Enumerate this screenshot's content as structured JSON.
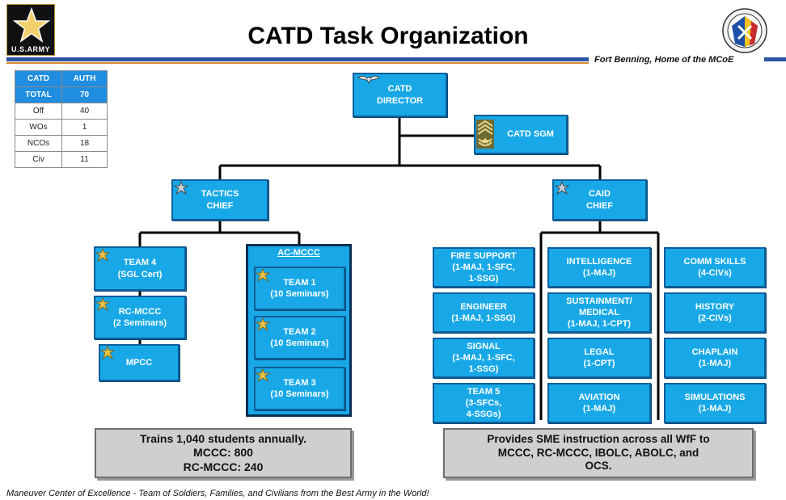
{
  "header": {
    "title": "CATD Task Organization",
    "tagline": "Fort Benning, Home of the MCoE",
    "army_logo_text": "U.S.ARMY"
  },
  "footer": {
    "text": "Maneuver Center of Excellence - Team of Soldiers, Families, and Civilians from the Best Army in the World!"
  },
  "personnel_table": {
    "headers": [
      "CATD",
      "AUTH"
    ],
    "rows": [
      {
        "label": "TOTAL",
        "value": "70"
      },
      {
        "label": "Off",
        "value": "40"
      },
      {
        "label": "WOs",
        "value": "1"
      },
      {
        "label": "NCOs",
        "value": "18"
      },
      {
        "label": "Civ",
        "value": "11"
      }
    ]
  },
  "org": {
    "director": [
      "CATD",
      "DIRECTOR"
    ],
    "sgm": "CATD SGM",
    "tactics_chief": [
      "TACTICS",
      "CHIEF"
    ],
    "caid_chief": [
      "CAID",
      "CHIEF"
    ],
    "team4": [
      "TEAM 4",
      "(SGL Cert)"
    ],
    "rc_mccc": [
      "RC-MCCC",
      "(2 Seminars)"
    ],
    "mpcc": "MPCC",
    "ac_mccc": {
      "title": "AC-MCCC",
      "teams": [
        {
          "name": "TEAM 1",
          "detail": "(10 Seminars)"
        },
        {
          "name": "TEAM 2",
          "detail": "(10 Seminars)"
        },
        {
          "name": "TEAM 3",
          "detail": "(10 Seminars)"
        }
      ]
    },
    "caid_col1": [
      {
        "lines": [
          "FIRE SUPPORT",
          "(1-MAJ, 1-SFC,",
          "1-SSG)"
        ]
      },
      {
        "lines": [
          "ENGINEER",
          "(1-MAJ, 1-SSG)"
        ]
      },
      {
        "lines": [
          "SIGNAL",
          "(1-MAJ, 1-SFC,",
          "1-SSG)"
        ]
      },
      {
        "lines": [
          "TEAM  5",
          "(3-SFCs,",
          "4-SSGs)"
        ]
      }
    ],
    "caid_col2": [
      {
        "lines": [
          "INTELLIGENCE",
          "(1-MAJ)"
        ]
      },
      {
        "lines": [
          "SUSTAINMENT/",
          "MEDICAL",
          "(1-MAJ, 1-CPT)"
        ]
      },
      {
        "lines": [
          "LEGAL",
          "(1-CPT)"
        ]
      },
      {
        "lines": [
          "AVIATION",
          "(1-MAJ)"
        ]
      }
    ],
    "caid_col3": [
      {
        "lines": [
          "COMM SKILLS",
          "(4-CIVs)"
        ]
      },
      {
        "lines": [
          "HISTORY",
          "(2-CIVs)"
        ]
      },
      {
        "lines": [
          "CHAPLAIN",
          "(1-MAJ)"
        ]
      },
      {
        "lines": [
          "SIMULATIONS",
          "(1-MAJ)"
        ]
      }
    ]
  },
  "callouts": {
    "left": [
      "Trains 1,040 students annually.",
      "MCCC:  800",
      "RC-MCCC:  240"
    ],
    "right": [
      "Provides SME instruction across all WfF to",
      "MCCC, RC-MCCC, IBOLC, ABOLC, and",
      "OCS."
    ]
  },
  "colors": {
    "box_fill": "#18a8e8",
    "box_border": "#0c5f9a",
    "rule_blue": "#2b55a3",
    "callout_grey": "#cfcfcf"
  }
}
